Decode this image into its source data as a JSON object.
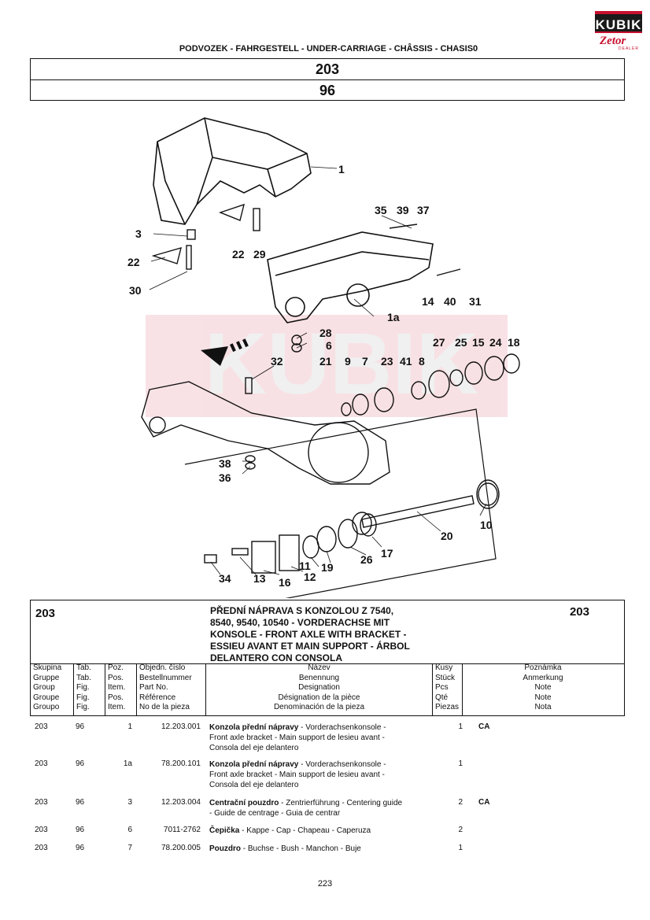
{
  "logo": {
    "brand": "KUBIK",
    "sub": "Zetor",
    "tag": "DEALER"
  },
  "header": {
    "category": "PODVOZEK - FAHRGESTELL - UNDER-CARRIAGE - CHÂSSIS - CHASIS0",
    "group": "203",
    "table": "96"
  },
  "diagram": {
    "callouts": [
      "1",
      "3",
      "22",
      "29",
      "22",
      "30",
      "35",
      "39",
      "37",
      "14",
      "40",
      "31",
      "1a",
      "28",
      "6",
      "27",
      "25",
      "15",
      "24",
      "18",
      "21",
      "9",
      "7",
      "23",
      "41",
      "8",
      "32",
      "38",
      "36",
      "10",
      "20",
      "17",
      "26",
      "19",
      "11",
      "12",
      "16",
      "13",
      "34"
    ]
  },
  "section": {
    "group_left": "203",
    "group_right": "203",
    "title_lines": [
      "PŘEDNÍ NÁPRAVA S KONZOLOU Z 7540,",
      "8540, 9540, 10540 - VORDERACHSE MIT",
      "KONSOLE - FRONT AXLE WITH BRACKET -",
      "ESSIEU AVANT ET MAIN SUPPORT - ÁRBOL",
      "DELANTERO CON CONSOLA"
    ]
  },
  "columns": {
    "group": [
      "Skupina",
      "Gruppe",
      "Group",
      "Groupe",
      "Groupo"
    ],
    "tab": [
      "Tab.",
      "Tab.",
      "Fig.",
      "Fig.",
      "Fig."
    ],
    "pos": [
      "Poz.",
      "Pos.",
      "Item.",
      "Pos.",
      "Item."
    ],
    "partno": [
      "Objedn. číslo",
      "Bestellnummer",
      "Part No.",
      "Référence",
      "No de la pieza"
    ],
    "name": [
      "Název",
      "Benennung",
      "Designation",
      "Désignation de la pièce",
      "Denominación de la pieza"
    ],
    "qty": [
      "Kusy",
      "Stück",
      "Pcs",
      "Qté",
      "Piezas"
    ],
    "note": [
      "Poznámka",
      "Anmerkung",
      "Note",
      "Note",
      "Nota"
    ]
  },
  "rows": [
    {
      "group": "203",
      "tab": "96",
      "pos": "1",
      "part": "12.203.001",
      "name_bold": "Konzola přední nápravy",
      "name_lines": [
        " - Vorderachsenkonsole -",
        "Front axle bracket - Main support de lesieu avant -",
        "Consola del eje delantero"
      ],
      "qty": "1",
      "note": "CA"
    },
    {
      "group": "203",
      "tab": "96",
      "pos": "1a",
      "part": "78.200.101",
      "name_bold": "Konzola přední nápravy",
      "name_lines": [
        " - Vorderachsenkonsole -",
        "Front axle bracket - Main support de lesieu avant -",
        "Consola del eje delantero"
      ],
      "qty": "1",
      "note": ""
    },
    {
      "group": "203",
      "tab": "96",
      "pos": "3",
      "part": "12.203.004",
      "name_bold": "Centrační pouzdro",
      "name_lines": [
        " - Zentrierführung - Centering guide",
        "- Guide de centrage - Guia de centrar"
      ],
      "qty": "2",
      "note": "CA"
    },
    {
      "group": "203",
      "tab": "96",
      "pos": "6",
      "part": "7011-2762",
      "name_bold": "Čepička",
      "name_lines": [
        " - Kappe - Cap - Chapeau - Caperuza"
      ],
      "qty": "2",
      "note": ""
    },
    {
      "group": "203",
      "tab": "96",
      "pos": "7",
      "part": "78.200.005",
      "name_bold": "Pouzdro",
      "name_lines": [
        " - Buchse - Bush - Manchon - Buje"
      ],
      "qty": "1",
      "note": ""
    }
  ],
  "page_number": "223"
}
